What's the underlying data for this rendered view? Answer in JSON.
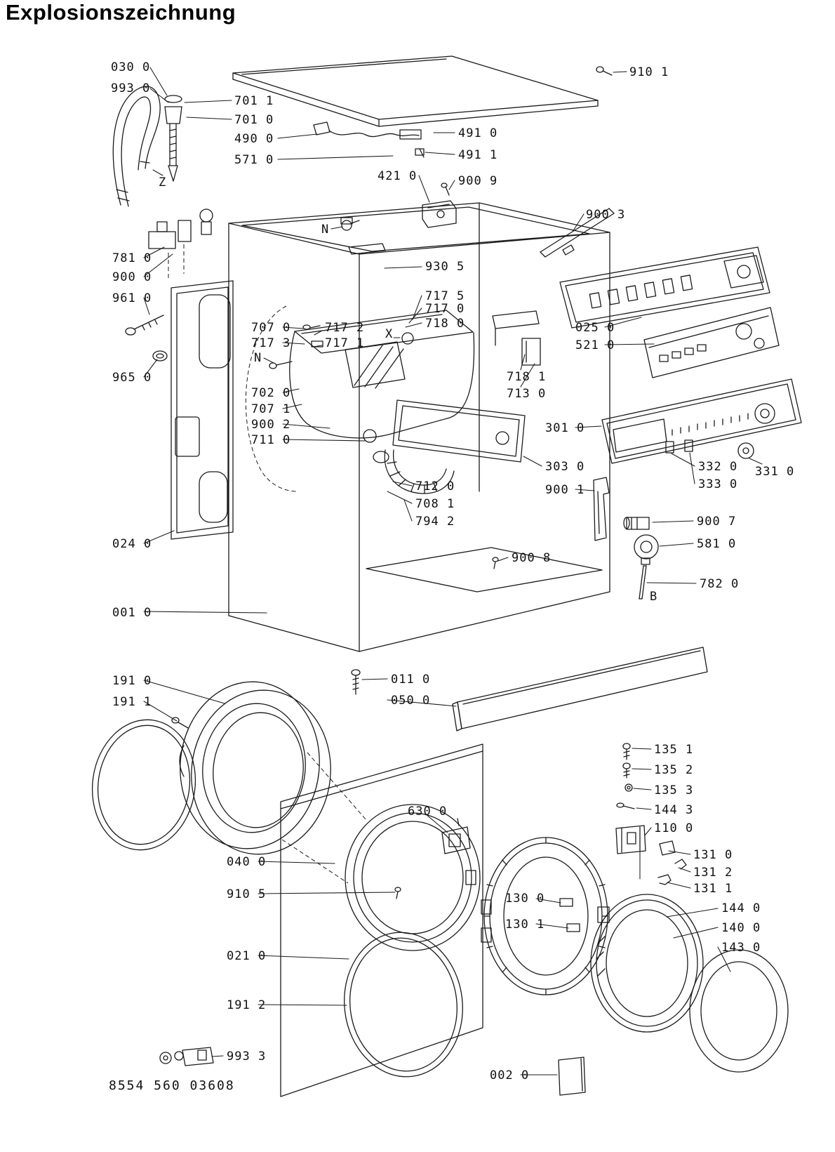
{
  "page": {
    "title": "Explosionszeichnung",
    "doc_code": "8554 560 03608"
  },
  "markers": {
    "z": "Z",
    "n_top": "N",
    "n_mid": "N",
    "x": "X",
    "b": "B"
  },
  "labels": {
    "030_0": "030 0",
    "993_0": "993 0",
    "701_1": "701 1",
    "701_0": "701 0",
    "490_0": "490 0",
    "571_0": "571 0",
    "491_0": "491 0",
    "491_1": "491 1",
    "421_0": "421 0",
    "900_9": "900 9",
    "910_1": "910 1",
    "900_3": "900 3",
    "930_5": "930 5",
    "717_5": "717 5",
    "717_0": "717 0",
    "718_0": "718 0",
    "707_0": "707 0",
    "717_3": "717 3",
    "717_2": "717 2",
    "717_1": "717 1",
    "781_0": "781 0",
    "900_0": "900 0",
    "961_0": "961 0",
    "965_0": "965 0",
    "702_0": "702 0",
    "707_1": "707 1",
    "900_2": "900 2",
    "711_0": "711 0",
    "025_0": "025 0",
    "521_0": "521 0",
    "301_0": "301 0",
    "303_0": "303 0",
    "900_1": "900 1",
    "332_0": "332 0",
    "333_0": "333 0",
    "331_0": "331 0",
    "712_0": "712 0",
    "708_1": "708 1",
    "794_2": "794 2",
    "718_1": "718 1",
    "713_0": "713 0",
    "900_7": "900 7",
    "581_0": "581 0",
    "782_0": "782 0",
    "024_0": "024 0",
    "001_0": "001 0",
    "900_8": "900 8",
    "191_0": "191 0",
    "191_1": "191 1",
    "011_0": "011 0",
    "050_0": "050 0",
    "135_1": "135 1",
    "135_2": "135 2",
    "135_3": "135 3",
    "144_3": "144 3",
    "110_0": "110 0",
    "131_0": "131 0",
    "131_2": "131 2",
    "131_1": "131 1",
    "630_0": "630 0",
    "040_0": "040 0",
    "910_5": "910 5",
    "130_0": "130 0",
    "130_1": "130 1",
    "144_0": "144 0",
    "140_0": "140 0",
    "143_0": "143 0",
    "021_0": "021 0",
    "191_2": "191 2",
    "993_3": "993 3",
    "002_0": "002 0"
  }
}
